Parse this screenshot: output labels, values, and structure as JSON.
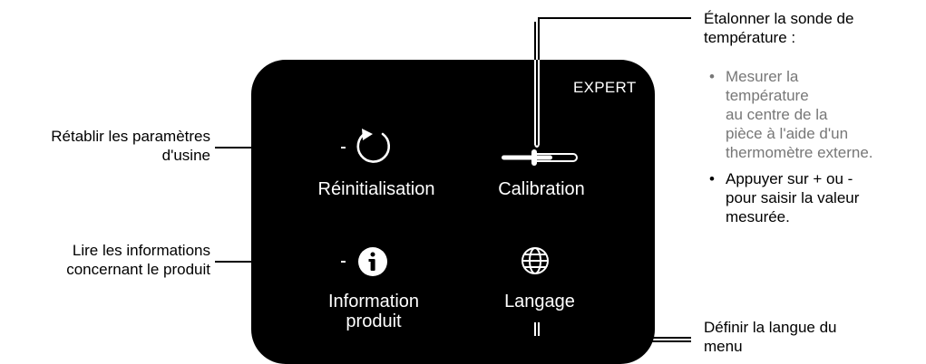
{
  "device": {
    "mode_label": "EXPERT",
    "tiles": [
      {
        "label": "Réinitialisation",
        "icon": "reset-icon"
      },
      {
        "label": "Calibration",
        "icon": "thermometer-probe-icon"
      },
      {
        "label_line1": "Information",
        "label_line2": "produit",
        "icon": "info-icon"
      },
      {
        "label": "Langage",
        "icon": "globe-icon"
      }
    ]
  },
  "callouts": {
    "reset_line1": "Rétablir les paramètres",
    "reset_line2": "d'usine",
    "info_line1": "Lire les informations",
    "info_line2": "concernant le produit",
    "calibration_title_line1": "Étalonner la sonde de",
    "calibration_title_line2": "température :",
    "calibration_steps": [
      {
        "lines": [
          "Mesurer la",
          "température",
          "au centre de la",
          "pièce à l'aide d'un",
          "thermomètre externe."
        ]
      },
      {
        "lines": [
          "Appuyer sur + ou -",
          "pour saisir la valeur",
          "mesurée."
        ]
      }
    ],
    "language_line1": "Définir la langue du",
    "language_line2": "menu"
  },
  "colors": {
    "screen": "#000000",
    "text_on_screen": "#ffffff",
    "muted_text": "#777777"
  }
}
